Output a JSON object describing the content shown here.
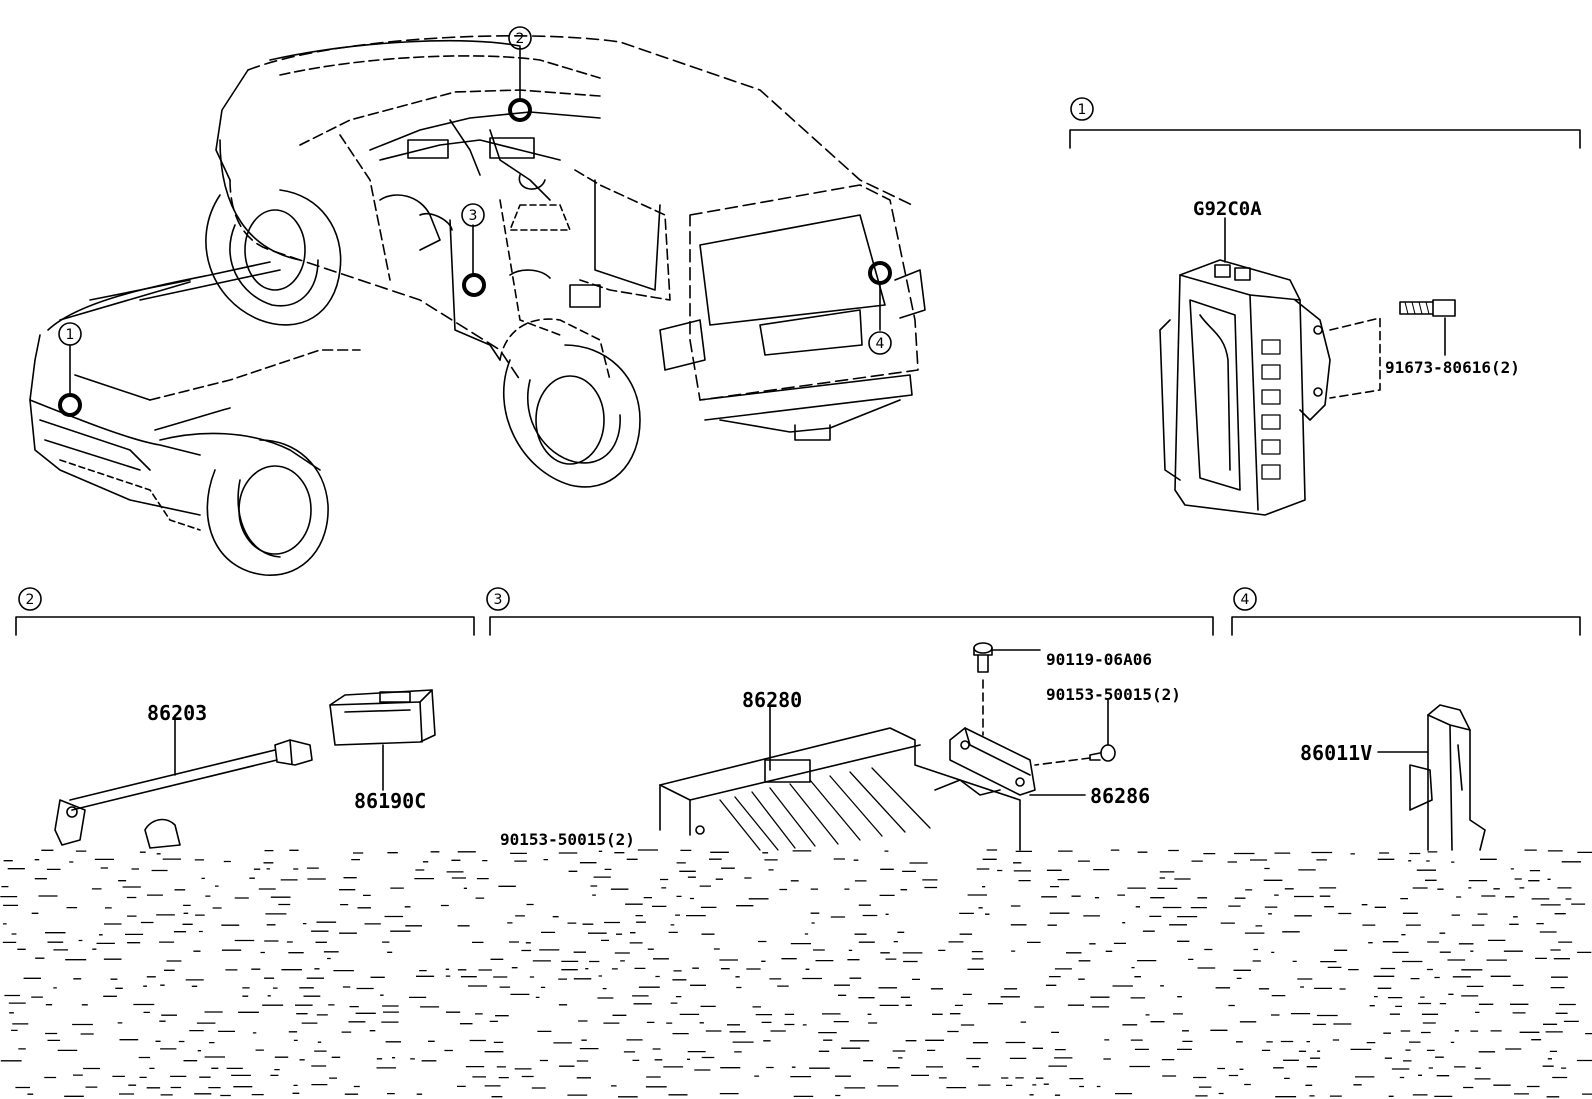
{
  "vehicle_callouts": [
    "1",
    "2",
    "3",
    "4"
  ],
  "sections": [
    {
      "number": "1",
      "parts": [
        "G92C0A",
        "91673-80616(2)"
      ]
    },
    {
      "number": "2",
      "parts": [
        "86203",
        "86190C"
      ]
    },
    {
      "number": "3",
      "parts": [
        "86280",
        "90119-06A06",
        "90153-50015(2)",
        "86286",
        "90153-50015(2)"
      ]
    },
    {
      "number": "4",
      "parts": [
        "86011V"
      ]
    }
  ],
  "colors": {
    "line": "#000000",
    "background": "#ffffff"
  }
}
